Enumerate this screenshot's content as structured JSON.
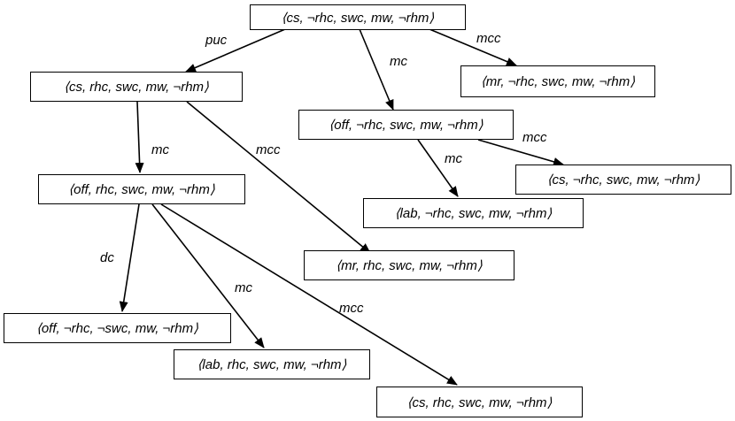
{
  "nodes": {
    "n0": "⟨cs, ¬rhc, swc, mw, ¬rhm⟩",
    "n1": "⟨cs, rhc, swc, mw, ¬rhm⟩",
    "n2": "⟨mr, ¬rhc, swc, mw, ¬rhm⟩",
    "n3": "⟨off, ¬rhc, swc, mw, ¬rhm⟩",
    "n4": "⟨cs, ¬rhc, swc, mw, ¬rhm⟩",
    "n5": "⟨off, rhc, swc, mw, ¬rhm⟩",
    "n6": "⟨lab, ¬rhc, swc, mw, ¬rhm⟩",
    "n7": "⟨mr, rhc, swc, mw, ¬rhm⟩",
    "n8": "⟨off, ¬rhc, ¬swc, mw, ¬rhm⟩",
    "n9": "⟨lab, rhc, swc, mw, ¬rhm⟩",
    "n10": "⟨cs, rhc, swc, mw, ¬rhm⟩"
  },
  "edges": [
    {
      "from": "n0",
      "to": "n1",
      "label": "puc"
    },
    {
      "from": "n0",
      "to": "n3",
      "label": "mc"
    },
    {
      "from": "n0",
      "to": "n2",
      "label": "mcc"
    },
    {
      "from": "n1",
      "to": "n5",
      "label": "mc"
    },
    {
      "from": "n1",
      "to": "n7",
      "label": "mcc"
    },
    {
      "from": "n3",
      "to": "n6",
      "label": "mc"
    },
    {
      "from": "n3",
      "to": "n4",
      "label": "mcc"
    },
    {
      "from": "n5",
      "to": "n8",
      "label": "dc"
    },
    {
      "from": "n5",
      "to": "n9",
      "label": "mc"
    },
    {
      "from": "n5",
      "to": "n10",
      "label": "mcc"
    }
  ]
}
